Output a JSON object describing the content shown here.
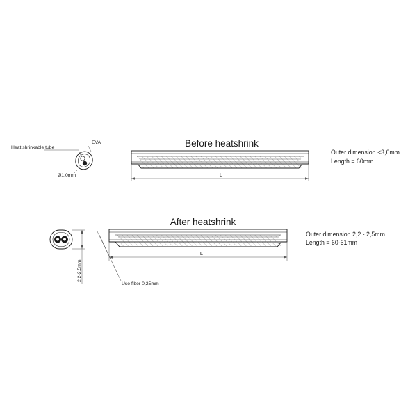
{
  "top_diagram": {
    "title": "Before heatshrink",
    "length_label": "L",
    "spec_line1": "Outer dimension <3,6mm",
    "spec_line2": "Length = 60mm"
  },
  "bottom_diagram": {
    "title": "After heatshrink",
    "length_label": "L",
    "spec_line1": "Outer dimension 2,2 - 2,5mm",
    "spec_line2": "Length = 60-61mm"
  },
  "cross_section_before": {
    "tube_label": "Heat shrinkable tube",
    "eva_label": "EVA",
    "diameter_label": "Ø1,0mm"
  },
  "cross_section_after": {
    "dimension_label": "2,2-2,5mm",
    "fiber_label": "Use fiber 0,25mm"
  }
}
